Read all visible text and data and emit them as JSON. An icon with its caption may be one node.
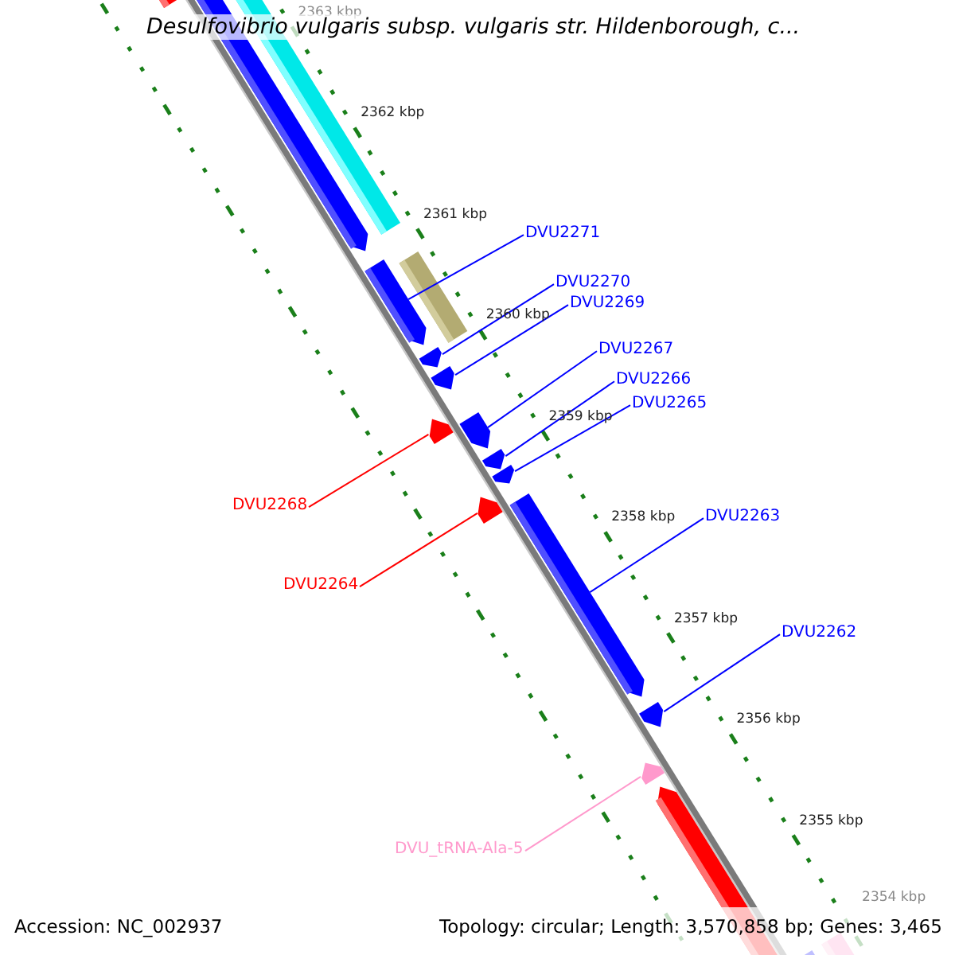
{
  "diagram": {
    "title": "Desulfovibrio vulgaris subsp. vulgaris str. Hildenborough, c...",
    "nodes": [
      {
        "text": [
          "DVU2271"
        ]
      },
      {
        "text": [
          "DVU2270"
        ]
      },
      {
        "text": [
          "DVU2269"
        ]
      },
      {
        "text": [
          "DVU2268"
        ]
      },
      {
        "text": [
          "DVU2267"
        ]
      },
      {
        "text": [
          "DVU2266"
        ]
      },
      {
        "text": [
          "DVU2265"
        ]
      },
      {
        "text": [
          "DVU2264"
        ]
      },
      {
        "text": [
          "DVU2263"
        ]
      },
      {
        "text": [
          "DVU2262"
        ]
      },
      {
        "text": [
          "DVU_tRNA-Ala-5"
        ]
      },
      {
        "text": [],
        "shape": "bar"
      },
      {
        "text": [],
        "shape": "bar"
      },
      {
        "text": [],
        "shape": "bar"
      },
      {
        "text": [],
        "shape": "bar"
      },
      {
        "text": [],
        "shape": "bar"
      },
      {
        "text": [],
        "shape": "bar"
      },
      {
        "text": [],
        "shape": "bar"
      },
      {
        "text": [],
        "shape": "bar"
      },
      {
        "text": [],
        "shape": "bar"
      },
      {
        "text": [],
        "shape": "bar"
      },
      {
        "text": [],
        "shape": "bar"
      }
    ],
    "edges": [
      {
        "from": 0,
        "to": 11,
        "arrow": "none"
      },
      {
        "from": 1,
        "to": 12,
        "arrow": "none"
      },
      {
        "from": 2,
        "to": 13,
        "arrow": "none"
      },
      {
        "from": 3,
        "to": 14,
        "arrow": "none",
        "color": "#ff0000"
      },
      {
        "from": 4,
        "to": 15,
        "arrow": "none"
      },
      {
        "from": 5,
        "to": 16,
        "arrow": "none"
      },
      {
        "from": 6,
        "to": 17,
        "arrow": "none"
      },
      {
        "from": 7,
        "to": 18,
        "arrow": "none",
        "color": "#ff0000"
      },
      {
        "from": 8,
        "to": 19,
        "arrow": "none"
      },
      {
        "from": 9,
        "to": 20,
        "arrow": "none"
      },
      {
        "from": 10,
        "to": 21,
        "arrow": "none",
        "color": "#ff99cc"
      }
    ],
    "labels": [
      "2363 kbp",
      "2362 kbp",
      "2361 kbp",
      "2360 kbp",
      "2359 kbp",
      "2358 kbp",
      "2357 kbp",
      "2356 kbp",
      "2355 kbp",
      "2354 kbp",
      "Accession: NC_002937",
      "Topology: circular; Length: 3,570,858 bp; Genes: 3,465"
    ]
  }
}
